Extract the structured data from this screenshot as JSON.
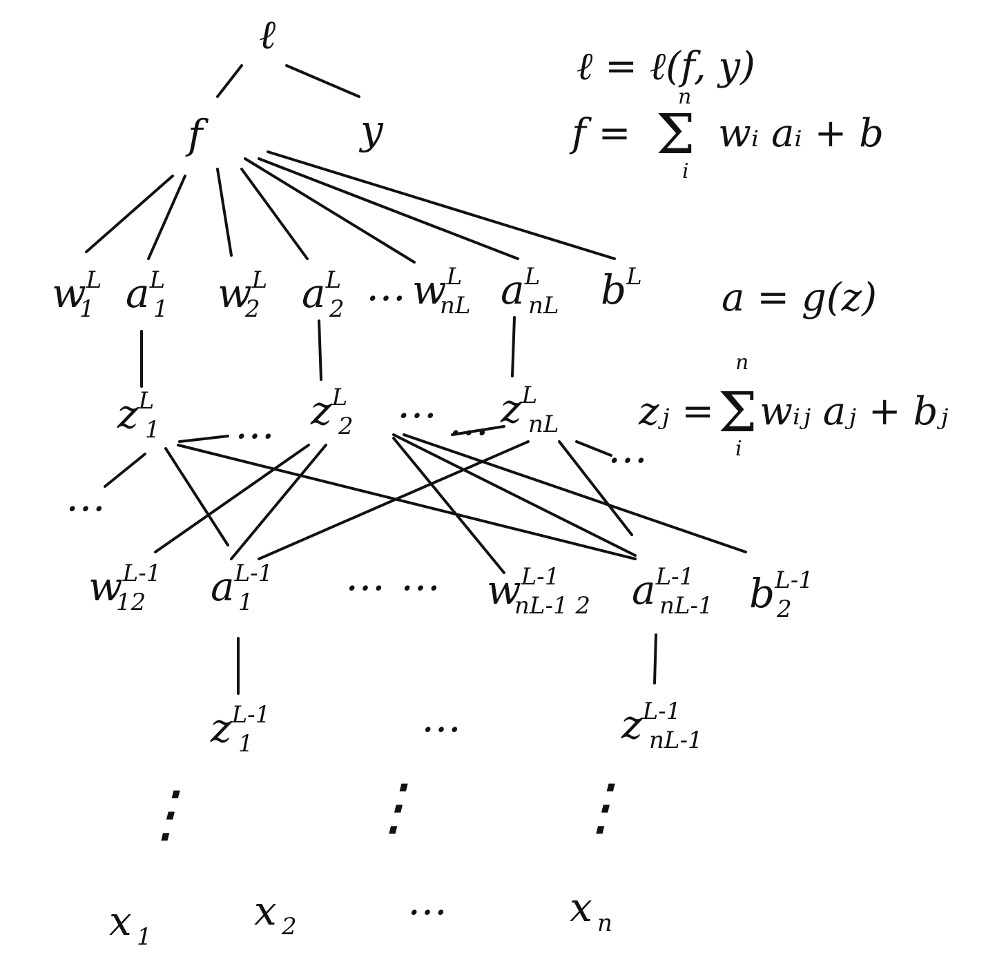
{
  "diagram": {
    "title": "Computation graph of loss through network layers",
    "nodes": {
      "loss": {
        "base": "ℓ",
        "sub": "",
        "sup": ""
      },
      "f": {
        "base": "f",
        "sub": "",
        "sup": ""
      },
      "y": {
        "base": "y",
        "sub": "",
        "sup": ""
      },
      "w1L": {
        "base": "w",
        "sub": "1",
        "sup": "L"
      },
      "a1L": {
        "base": "a",
        "sub": "1",
        "sup": "L"
      },
      "w2L": {
        "base": "w",
        "sub": "2",
        "sup": "L"
      },
      "a2L": {
        "base": "a",
        "sub": "2",
        "sup": "L"
      },
      "wnL": {
        "base": "w",
        "sub": "nL",
        "sup": "L"
      },
      "anL": {
        "base": "a",
        "sub": "nL",
        "sup": "L"
      },
      "bL": {
        "base": "b",
        "sub": "",
        "sup": "L"
      },
      "z1L": {
        "base": "z",
        "sub": "1",
        "sup": "L"
      },
      "z2L": {
        "base": "z",
        "sub": "2",
        "sup": "L"
      },
      "znL": {
        "base": "z",
        "sub": "nL",
        "sup": "L"
      },
      "w12": {
        "base": "w",
        "sub": "12",
        "sup": "L-1"
      },
      "a1Lm1": {
        "base": "a",
        "sub": "1",
        "sup": "L-1"
      },
      "wn2": {
        "base": "w",
        "sub": "nL-1 2",
        "sup": "L-1"
      },
      "anLm1": {
        "base": "a",
        "sub": "nL-1",
        "sup": "L-1"
      },
      "b2": {
        "base": "b",
        "sub": "2",
        "sup": "L-1"
      },
      "z1Lm1": {
        "base": "z",
        "sub": "1",
        "sup": "L-1"
      },
      "znLm1": {
        "base": "z",
        "sub": "nL-1",
        "sup": "L-1"
      },
      "x1": {
        "base": "x",
        "sub": "1",
        "sup": ""
      },
      "x2": {
        "base": "x",
        "sub": "2",
        "sup": ""
      },
      "xn": {
        "base": "x",
        "sub": "n",
        "sup": ""
      }
    },
    "ellipsis": "…",
    "vertical_ellipsis": "⋮",
    "equations": {
      "loss_eq": "ℓ = ℓ(f, y)",
      "f_eq": {
        "lhs": "f =",
        "sigma": "Σ",
        "upper": "n",
        "lower": "i",
        "rhs": "wᵢ aᵢ + b"
      },
      "a_eq": "a = g(z)",
      "z_eq": {
        "lhs": "zⱼ =",
        "sigma": "Σ",
        "upper": "n",
        "lower": "i",
        "rhs": "wᵢⱼ aⱼ + bⱼ"
      }
    }
  }
}
